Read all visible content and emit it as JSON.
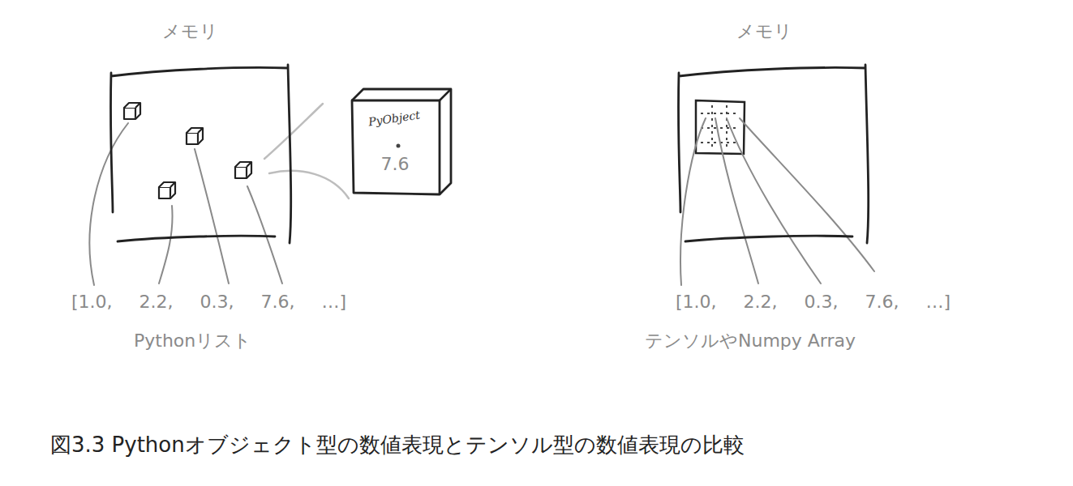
{
  "diagram": {
    "caption": "図3.3 Pythonオブジェクト型の数値表現とテンソル型の数値表現の比較",
    "nodes": [
      {
        "text": [
          "メモリ"
        ]
      },
      {
        "text": [
          "PyObject",
          "7.6"
        ]
      },
      {
        "text": [
          "メモリ"
        ]
      }
    ],
    "labels": [
      "[1.0, 2.2, 0.3, 7.6, …]",
      "Pythonリスト",
      "[1.0, 2.2, 0.3, 7.6, …]",
      "テンソルやNumpy Array"
    ]
  }
}
